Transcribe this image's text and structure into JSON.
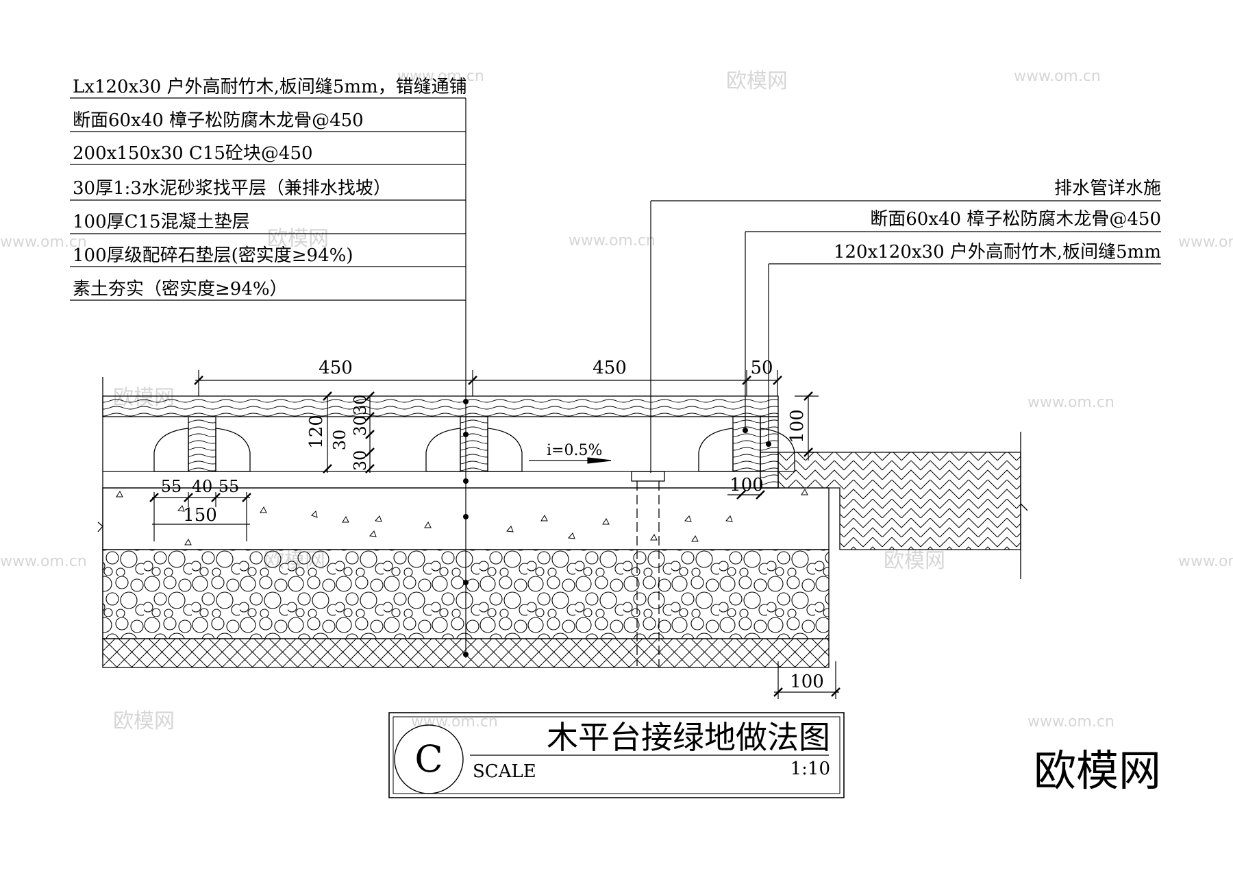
{
  "left_notes": [
    "Lx120x30 户外高耐竹木,板间缝5mm，错缝通铺",
    "断面60x40 樟子松防腐木龙骨@450",
    "200x150x30 C15砼块@450",
    "30厚1:3水泥砂浆找平层（兼排水找坡）",
    "100厚C15混凝土垫层",
    "100厚级配碎石垫层(密实度≥94%)",
    "素土夯实（密实度≥94%）"
  ],
  "right_notes": [
    "排水管详水施",
    "断面60x40 樟子松防腐木龙骨@450",
    "120x120x30 户外高耐竹木,板间缝5mm"
  ],
  "dimensions": {
    "span_1": "450",
    "span_2": "450",
    "edge_50": "50",
    "height_100_right": "100",
    "height_120": "120",
    "stack_30_a": "30",
    "stack_30_b": "30",
    "stack_3030": "3030",
    "stack_30_c": "30",
    "block_55_a": "55",
    "block_40": "40",
    "block_55_b": "55",
    "block_150": "150",
    "edge_100_mid": "100",
    "edge_100_bottom": "100"
  },
  "slope_label": "i=0.5%",
  "title_block": {
    "symbol": "C",
    "title": "木平台接绿地做法图",
    "scale_label": "SCALE",
    "scale_value": "1:10"
  },
  "watermarks": {
    "brand": "欧模网",
    "site": "www.om.cn"
  }
}
